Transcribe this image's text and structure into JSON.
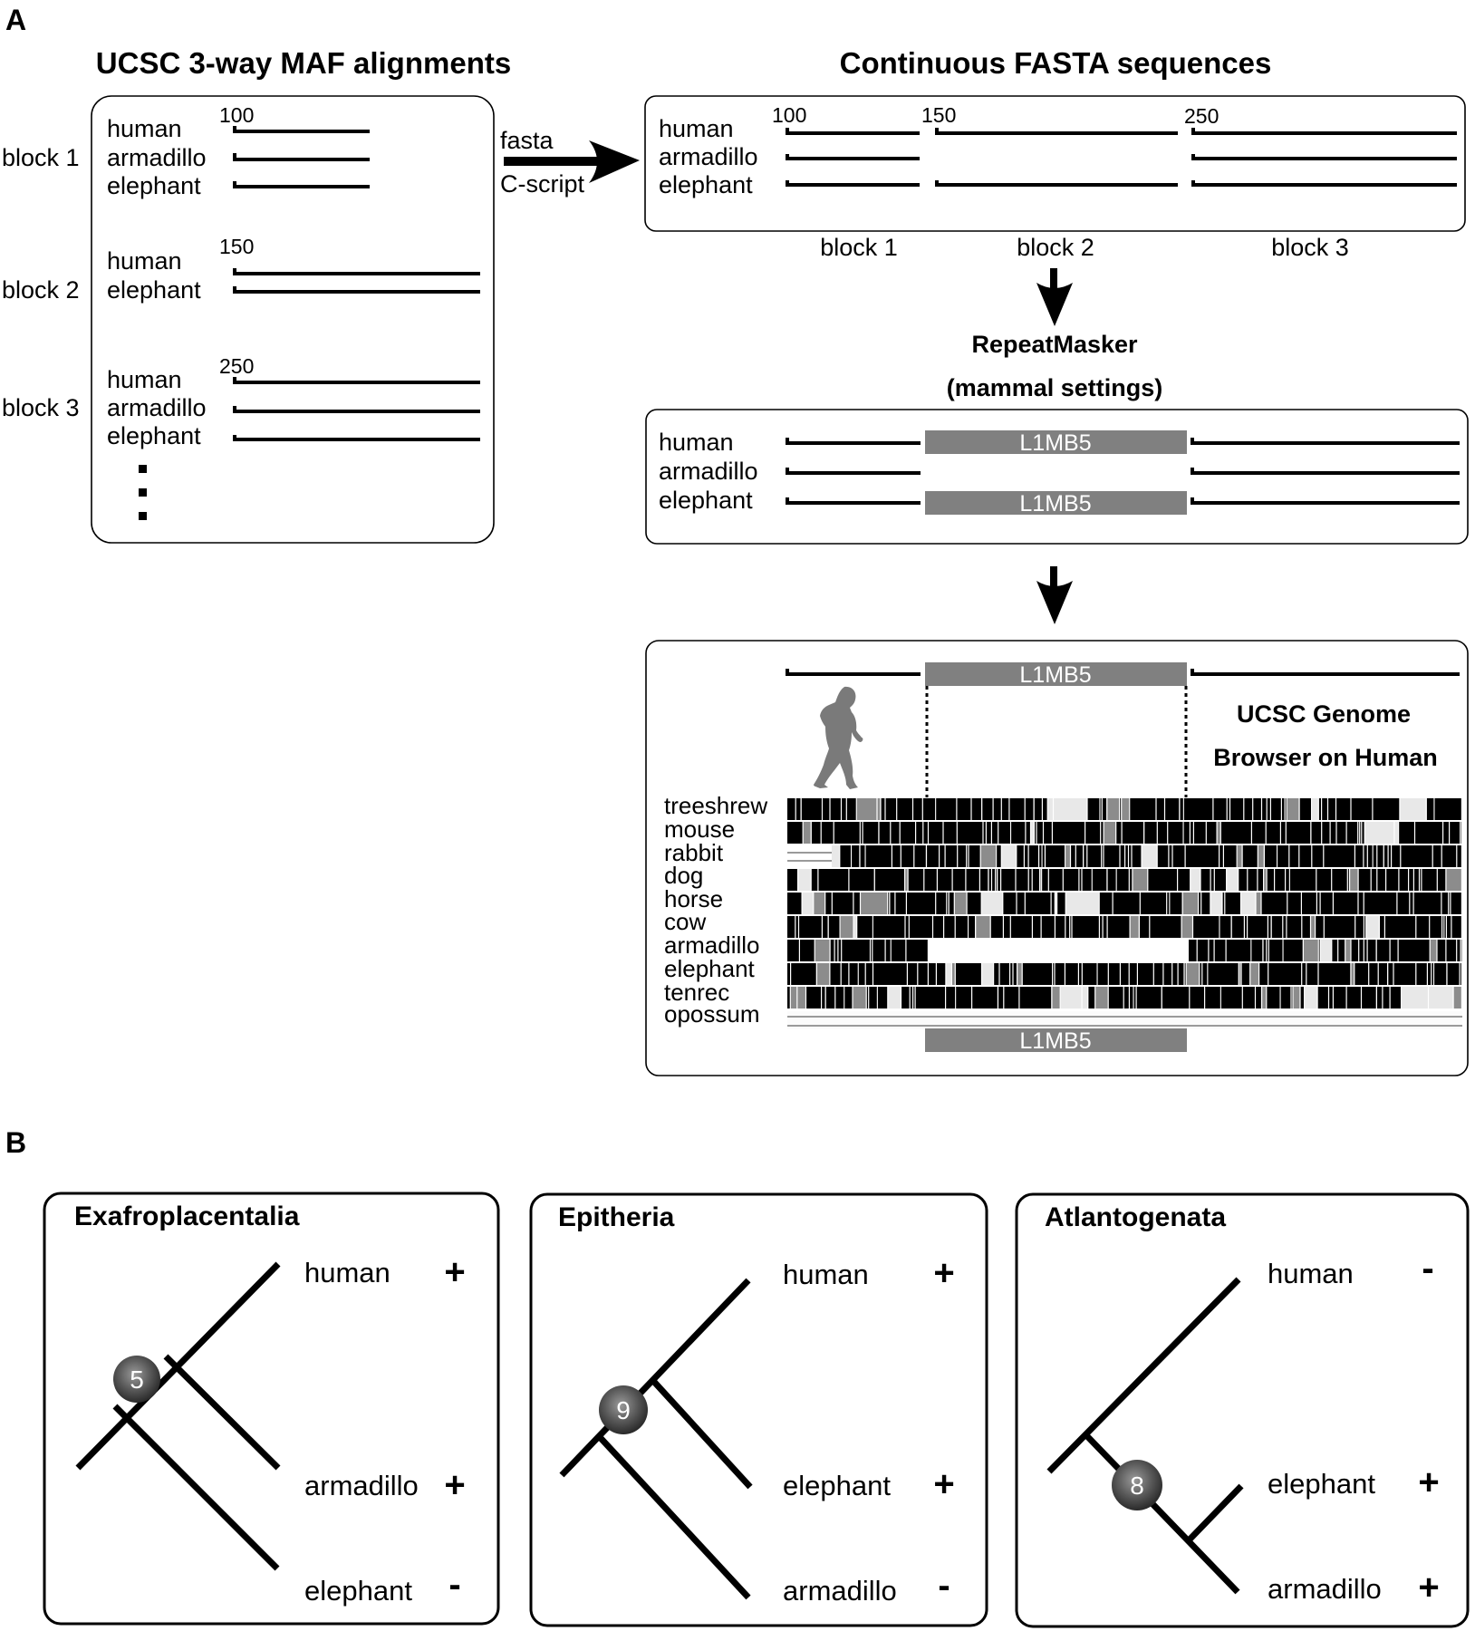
{
  "panel_a": {
    "letter": "A",
    "maf": {
      "title": "UCSC 3-way MAF alignments",
      "blocks": [
        {
          "label": "block 1",
          "start": "100",
          "species": [
            "human",
            "armadillo",
            "elephant"
          ]
        },
        {
          "label": "block 2",
          "start": "150",
          "species": [
            "human",
            "elephant"
          ]
        },
        {
          "label": "block 3",
          "start": "250",
          "species": [
            "human",
            "armadillo",
            "elephant"
          ]
        }
      ],
      "continuation": "more blocks (vertical ellipsis)"
    },
    "conversion_arrow": {
      "top_label": "fasta",
      "bottom_label": "C-script"
    },
    "fasta": {
      "title": "Continuous FASTA sequences",
      "species": [
        "human",
        "armadillo",
        "elephant"
      ],
      "positions": [
        "100",
        "150",
        "250"
      ],
      "block_labels": [
        "block 1",
        "block 2",
        "block 3"
      ]
    },
    "repeatmasker": {
      "step_label": "RepeatMasker",
      "step_sublabel": "(mammal settings)",
      "species": [
        "human",
        "armadillo",
        "elephant"
      ],
      "repeat_name": "L1MB5",
      "repeat_present": {
        "human": true,
        "armadillo": false,
        "elephant": true
      }
    },
    "browser": {
      "title_line1": "UCSC Genome",
      "title_line2": "Browser on Human",
      "repeat_name": "L1MB5",
      "organism_icon": "human-silhouette-icon",
      "tracks": [
        "treeshrew",
        "mouse",
        "rabbit",
        "dog",
        "horse",
        "cow",
        "armadillo",
        "elephant",
        "tenrec",
        "opossum"
      ],
      "colors": {
        "conserved": "#000000",
        "partial": "#8c8c8c",
        "gap": "#ffffff",
        "repeat": "#808080"
      }
    }
  },
  "panel_b": {
    "letter": "B",
    "trees": [
      {
        "clade": "Exafroplacentalia",
        "node_count": "5",
        "leaves": [
          {
            "name": "human",
            "sign": "+"
          },
          {
            "name": "armadillo",
            "sign": "+"
          },
          {
            "name": "elephant",
            "sign": "-"
          }
        ]
      },
      {
        "clade": "Epitheria",
        "node_count": "9",
        "leaves": [
          {
            "name": "human",
            "sign": "+"
          },
          {
            "name": "elephant",
            "sign": "+"
          },
          {
            "name": "armadillo",
            "sign": "-"
          }
        ]
      },
      {
        "clade": "Atlantogenata",
        "node_count": "8",
        "leaves": [
          {
            "name": "human",
            "sign": "-"
          },
          {
            "name": "elephant",
            "sign": "+"
          },
          {
            "name": "armadillo",
            "sign": "+"
          }
        ]
      }
    ]
  }
}
